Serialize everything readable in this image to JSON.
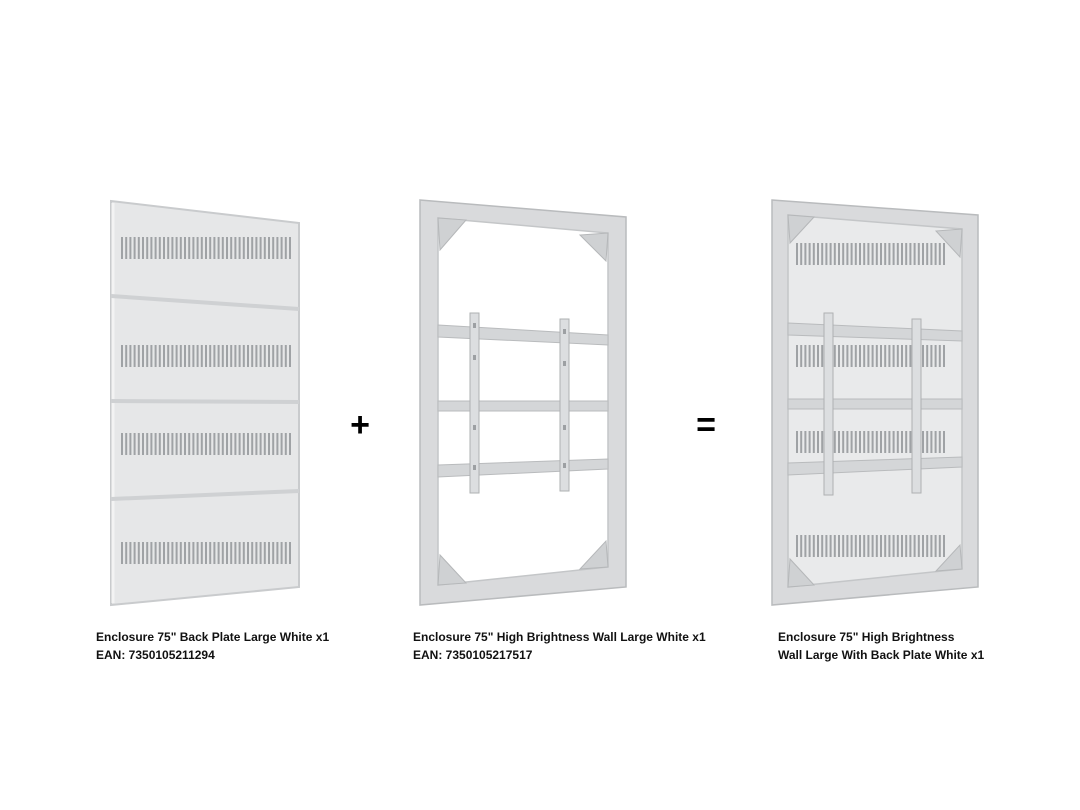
{
  "products": [
    {
      "title": "Enclosure 75\" Back Plate Large White x1",
      "ean": "EAN: 7350105211294"
    },
    {
      "title": "Enclosure 75\" High Brightness Wall Large White x1",
      "ean": "EAN: 7350105217517"
    },
    {
      "title_line1": "Enclosure 75\" High Brightness",
      "title_line2": "Wall Large With Back Plate White x1"
    }
  ],
  "operators": {
    "plus": "+",
    "equals": "="
  }
}
